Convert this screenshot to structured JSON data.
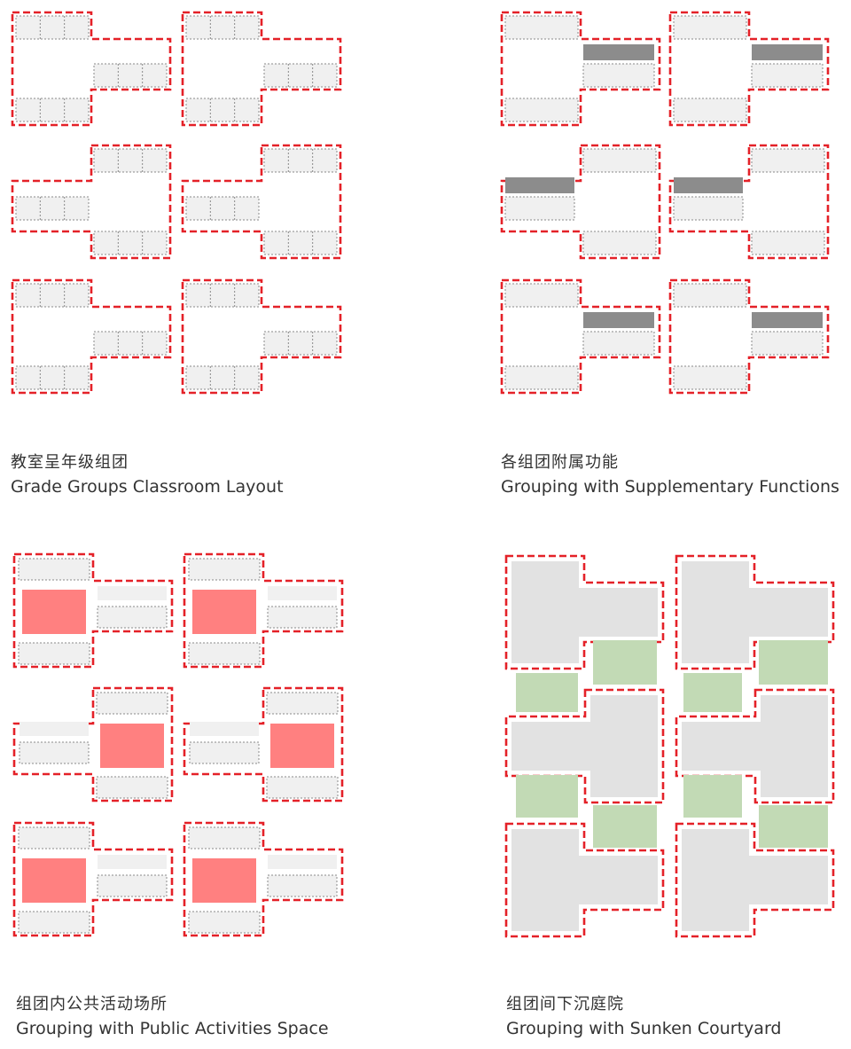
{
  "captions": {
    "p1": {
      "zh": "教室呈年级组团",
      "en": "Grade Groups Classroom Layout"
    },
    "p2": {
      "zh": "各组团附属功能",
      "en": "Grouping with Supplementary Functions"
    },
    "p3": {
      "zh": "组团内公共活动场所",
      "en": "Grouping with Public Activities Space"
    },
    "p4": {
      "zh": "组团间下沉庭院",
      "en": "Grouping with Sunken Courtyard"
    }
  },
  "colors": {
    "boundary": "#e42128",
    "room_fill": "#f0f0f0",
    "room_stroke": "#8a8a8a",
    "support_fill": "#8c8c8c",
    "public_fill": "#ff8080",
    "building_fill": "#e2e2e2",
    "courtyard_fill": "#c2dab5",
    "text": "#333333"
  },
  "icons": {
    "boundary": "dashed-red-outline",
    "classroom": "dotted-gray-rect"
  }
}
